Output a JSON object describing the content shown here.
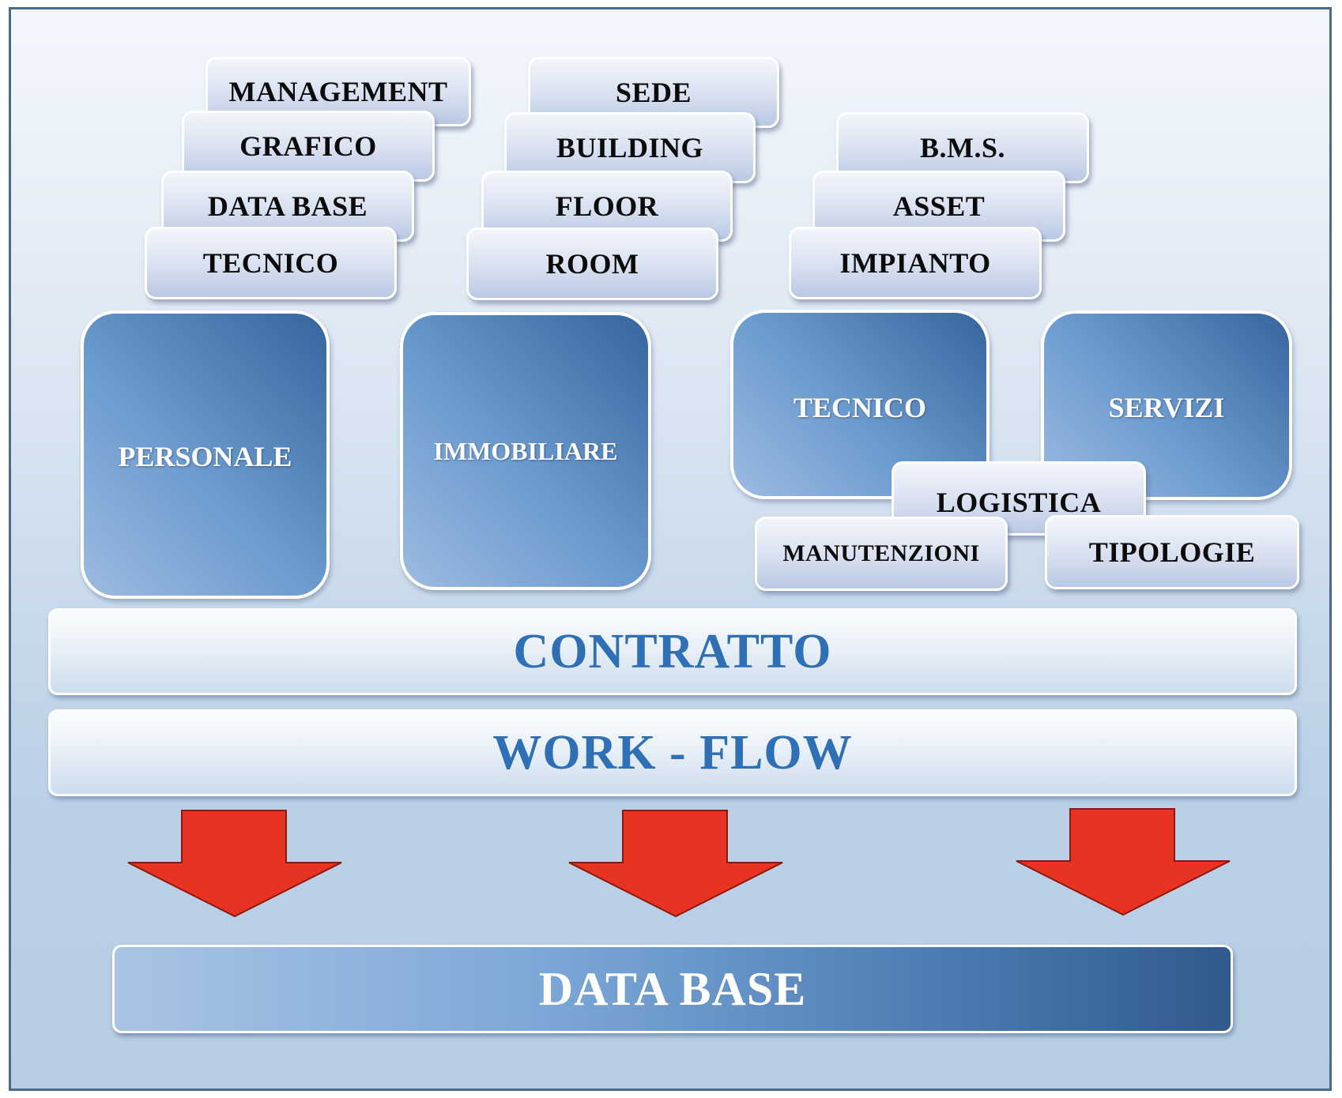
{
  "groups": {
    "personale": {
      "label": "PERSONALE",
      "items": [
        "MANAGEMENT",
        "GRAFICO",
        "DATA BASE",
        "TECNICO"
      ]
    },
    "immobiliare": {
      "label": "IMMOBILIARE",
      "items": [
        "SEDE",
        "BUILDING",
        "FLOOR",
        "ROOM"
      ]
    },
    "tecnico": {
      "label": "TECNICO",
      "items": [
        "B.M.S.",
        "ASSET",
        "IMPIANTO"
      ]
    },
    "servizi": {
      "label": "SERVIZI",
      "items": [
        "LOGISTICA",
        "MANUTENZIONI",
        "TIPOLOGIE"
      ]
    }
  },
  "layers": {
    "contratto": "CONTRATTO",
    "workflow": "WORK - FLOW",
    "database": "DATA BASE"
  },
  "colors": {
    "arrow_fill": "#e83222",
    "bar_text": "#2e6fb5",
    "block_dark": "#36659e"
  }
}
